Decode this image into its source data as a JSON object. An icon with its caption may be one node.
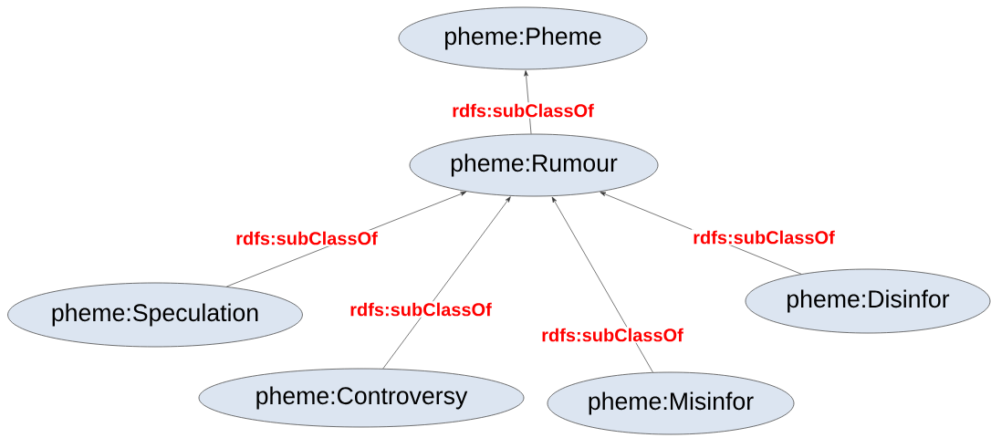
{
  "diagram": {
    "nodes": [
      {
        "text": [
          "pheme:Pheme"
        ]
      },
      {
        "text": [
          "pheme:Rumour"
        ]
      },
      {
        "text": [
          "pheme:Speculation"
        ]
      },
      {
        "text": [
          "pheme:Controversy"
        ]
      },
      {
        "text": [
          "pheme:Misinfor"
        ]
      },
      {
        "text": [
          "pheme:Disinfor"
        ]
      }
    ],
    "edges": [
      {
        "from": 1,
        "to": 0,
        "arrow": "to",
        "label": "rdfs:subClassOf"
      },
      {
        "from": 2,
        "to": 1,
        "arrow": "to",
        "label": "rdfs:subClassOf"
      },
      {
        "from": 3,
        "to": 1,
        "arrow": "to",
        "label": "rdfs:subClassOf"
      },
      {
        "from": 4,
        "to": 1,
        "arrow": "to",
        "label": "rdfs:subClassOf"
      },
      {
        "from": 5,
        "to": 1,
        "arrow": "to",
        "label": "rdfs:subClassOf"
      }
    ]
  }
}
